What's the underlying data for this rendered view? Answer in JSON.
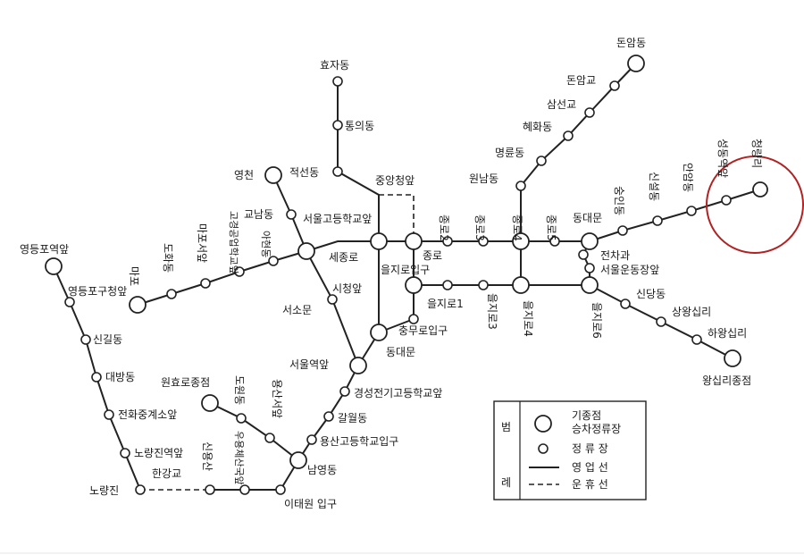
{
  "stations": {
    "donamdong": "돈암동",
    "donamgyo": "돈암교",
    "samseongyo": "삼선교",
    "hyehwadong": "혜화동",
    "myeongnyundong": "명륜동",
    "wonnamdong": "원남동",
    "jongro4": "종로4",
    "jongro5": "종로5",
    "dongdaemun_east": "동대문",
    "sungin": "숭인동",
    "sinseol": "신설동",
    "anam": "안암동",
    "seongdong": "성동역앞",
    "cheongnyangni": "청량리",
    "jeonchagwa": "전차과",
    "seoulstadium": "서울운동장앞",
    "euljiro6": "을지로6",
    "sindangdong": "신당동",
    "sangwangsimni": "상왕십리",
    "hawangsimni": "하왕십리",
    "wangsimni_terminal": "왕십리종점",
    "hyojadong": "효자동",
    "tongeuidong": "통의동",
    "jeokseondong": "적선동",
    "jungang": "중앙청앞",
    "sejongro": "세종로",
    "jongro": "종로",
    "jongro2": "종로2",
    "jongro3": "종로3",
    "euljiro_entrance": "을지로입구",
    "euljiro1": "을지로1",
    "euljiro3": "을지로3",
    "euljiro4": "을지로4",
    "chungmuro": "충무로입구",
    "dongdaemun_west": "동대문",
    "cityhall": "시청앞",
    "seosomun": "서소문",
    "seoulstation": "서울역앞",
    "seoulhs": "서울고등학교앞",
    "gyonamdong": "교남동",
    "yeongcheon": "영천",
    "ahyeondong": "아현동",
    "gyeongseong_ind": "고경공업학교앞",
    "maposeo": "마포서앞",
    "dohwadong": "도화동",
    "mapo": "마포",
    "yeongdeungpo_station": "영등포역앞",
    "yeongdeungpo_office": "영등포구청앞",
    "singildong": "신길동",
    "daebangdong": "대방동",
    "exchange": "전화중계소앞",
    "noryangjin_station": "노량진역앞",
    "noryangjin": "노량진",
    "hangang": "한강교",
    "sinyongsan": "신용산",
    "useong": "우용체산국앞",
    "itaewon": "이태원 입구",
    "namyeongdong": "남영동",
    "yongsanhs": "용산고등학교입구",
    "galwoldong": "갈월동",
    "gyeongseong_elec": "경성전기고등학교앞",
    "wonhyoro_terminal": "원효로종점",
    "dowondong": "도원동",
    "yongsanseo": "용산서앞"
  },
  "legend": {
    "title": "범 례",
    "major": "기종점 승차정류장",
    "stop": "정 류 장",
    "active_line": "영 업 선",
    "suspended_line": "운 휴 선"
  },
  "colors": {
    "line": "#222222",
    "highlight": "#b22222"
  }
}
